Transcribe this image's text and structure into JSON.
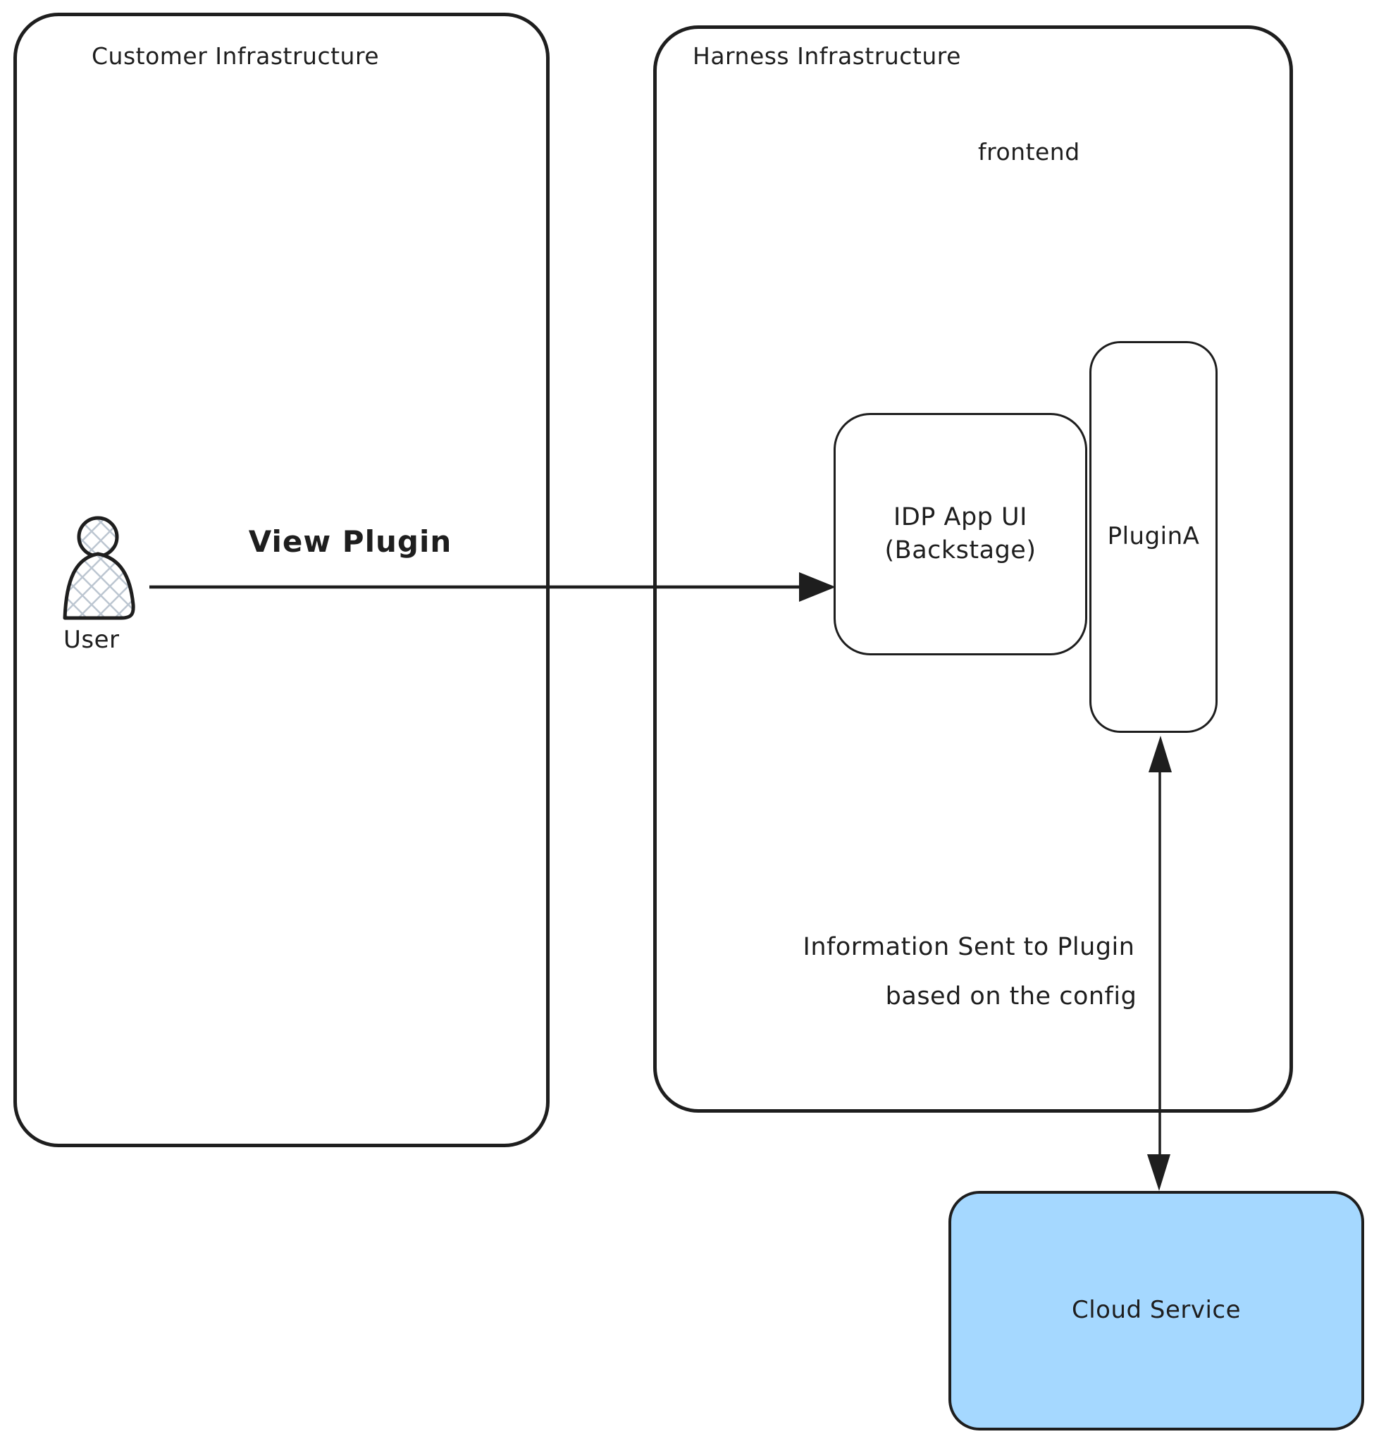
{
  "colors": {
    "stroke": "#1e1e1e",
    "cloud_fill": "#a5d8ff",
    "hatch": "#bcc6d1",
    "background": "#ffffff"
  },
  "containers": {
    "customer": {
      "title": "Customer Infrastructure"
    },
    "harness": {
      "title": "Harness Infrastructure",
      "zone_label": "frontend"
    }
  },
  "nodes": {
    "user": {
      "label": "User"
    },
    "idp_app_ui": {
      "line1": "IDP App UI",
      "line2": "(Backstage)"
    },
    "plugin_a": {
      "label": "PluginA"
    },
    "cloud_service": {
      "label": "Cloud Service"
    }
  },
  "edges": {
    "view_plugin": {
      "label": "View Plugin"
    },
    "info_sent": {
      "label_line1": "Information Sent to Plugin",
      "label_line2": "based on the config"
    }
  }
}
